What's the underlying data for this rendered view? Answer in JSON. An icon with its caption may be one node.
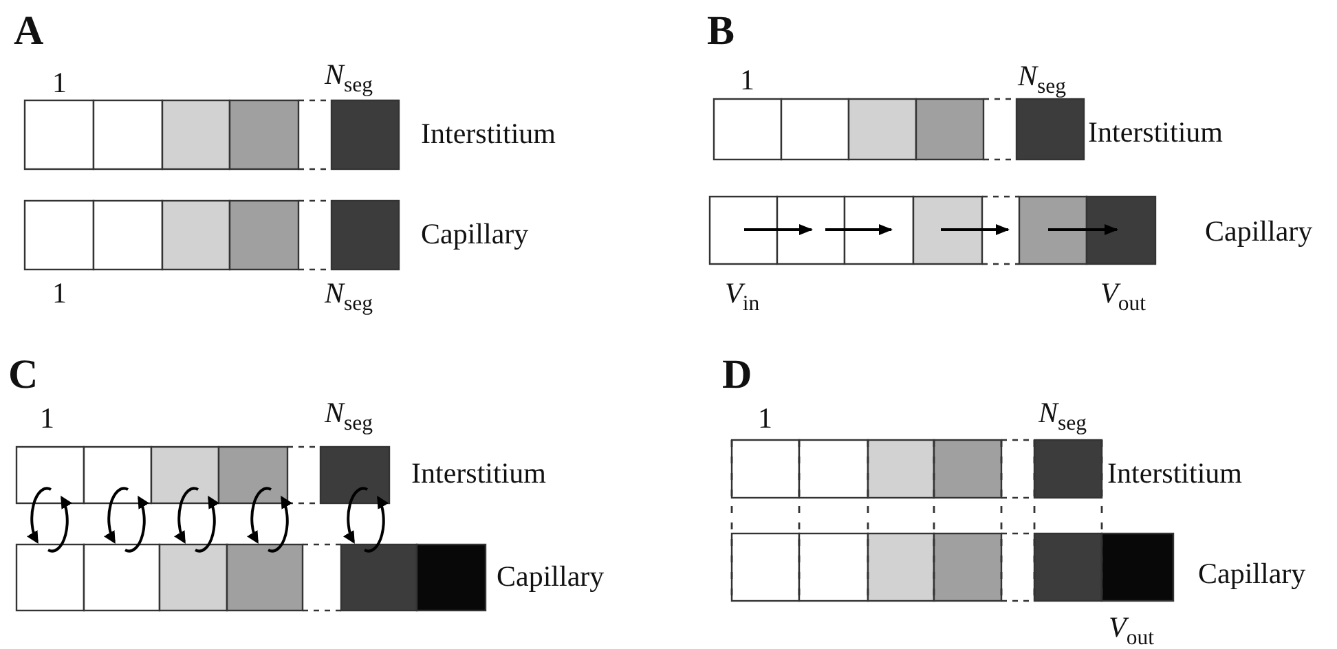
{
  "diagram": {
    "labels": [
      "A",
      "1",
      "*N*$_{seg}$",
      "Interstitium",
      "Capillary",
      "1",
      "*N*$_{seg}$",
      "B",
      "1",
      "*N*$_{seg}$",
      "Interstitium",
      "Capillary",
      "*V*$_{in}$",
      "*V*$_{out}$",
      "C",
      "1",
      "*N*$_{seg}$",
      "Interstitium",
      "Capillary",
      "D",
      "1",
      "*N*$_{seg}$",
      "Interstitium",
      "Capillary",
      "*V*$_{out}$"
    ]
  }
}
